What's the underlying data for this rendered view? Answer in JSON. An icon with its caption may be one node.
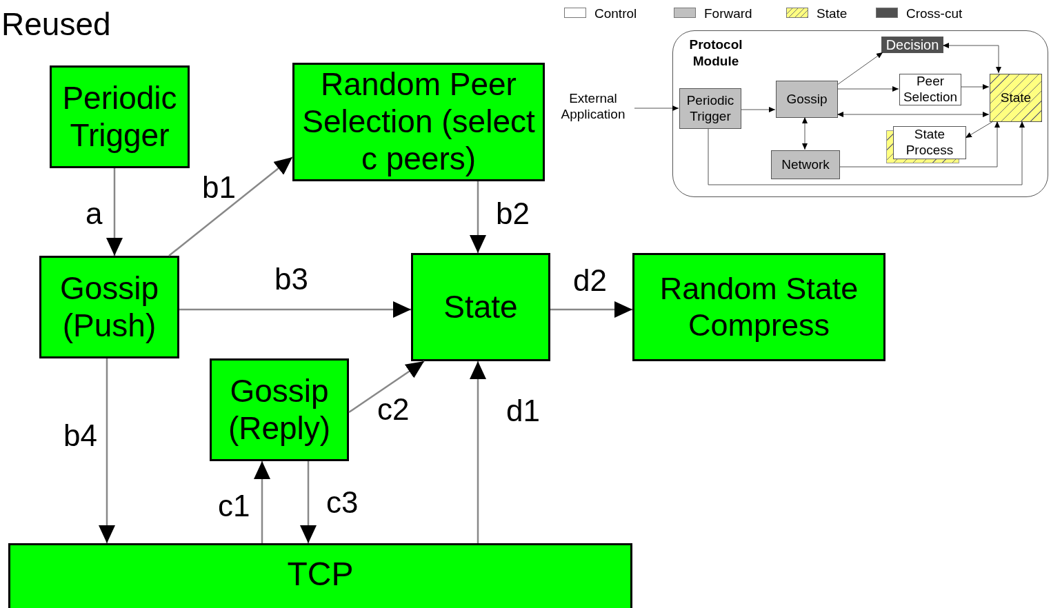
{
  "diagram": {
    "title": "Reused",
    "nodes": [
      {
        "text": [
          "Periodic Trigger"
        ]
      },
      {
        "text": [
          "Random Peer Selection (select c peers)"
        ]
      },
      {
        "text": [
          "Gossip (Push)"
        ]
      },
      {
        "text": [
          "State"
        ]
      },
      {
        "text": [
          "Random State Compress"
        ]
      },
      {
        "text": [
          "Gossip (Reply)"
        ]
      },
      {
        "text": [
          "TCP"
        ]
      },
      {
        "text": [
          "Protocol Module"
        ]
      },
      {
        "text": [
          "External Application"
        ]
      },
      {
        "text": [
          "Periodic Trigger"
        ],
        "in": 7
      },
      {
        "text": [
          "Gossip"
        ],
        "in": 7
      },
      {
        "text": [
          "Decision"
        ],
        "in": 7
      },
      {
        "text": [
          "Peer Selection"
        ],
        "in": 7
      },
      {
        "text": [
          "State"
        ],
        "in": 7
      },
      {
        "text": [
          "State Process"
        ],
        "in": 7
      },
      {
        "text": [
          "Network"
        ],
        "in": 7
      }
    ],
    "edges": [
      {
        "from": 0,
        "to": 2,
        "arrow": "to",
        "label": "a"
      },
      {
        "from": 2,
        "to": 1,
        "arrow": "to",
        "label": "b1"
      },
      {
        "from": 1,
        "to": 3,
        "arrow": "to",
        "label": "b2"
      },
      {
        "from": 2,
        "to": 3,
        "arrow": "to",
        "label": "b3"
      },
      {
        "from": 2,
        "to": 6,
        "arrow": "to",
        "label": "b4"
      },
      {
        "from": 6,
        "to": 5,
        "arrow": "to",
        "label": "c1"
      },
      {
        "from": 5,
        "to": 3,
        "arrow": "to",
        "label": "c2"
      },
      {
        "from": 5,
        "to": 6,
        "arrow": "to",
        "label": "c3"
      },
      {
        "from": 6,
        "to": 3,
        "arrow": "to",
        "label": "d1"
      },
      {
        "from": 3,
        "to": 4,
        "arrow": "to",
        "label": "d2"
      },
      {
        "from": 8,
        "to": 9,
        "arrow": "to"
      },
      {
        "from": 9,
        "to": 10,
        "arrow": "to"
      },
      {
        "from": 10,
        "to": 11,
        "arrow": "to"
      },
      {
        "from": 10,
        "to": 12,
        "arrow": "to"
      },
      {
        "from": 12,
        "to": 13,
        "arrow": "to"
      },
      {
        "from": 10,
        "to": 13,
        "arrow": "both"
      },
      {
        "from": 11,
        "to": 13,
        "arrow": "both"
      },
      {
        "from": 13,
        "to": 14,
        "arrow": "to"
      },
      {
        "from": 10,
        "to": 15,
        "arrow": "both"
      },
      {
        "from": 15,
        "to": 13,
        "arrow": "to"
      },
      {
        "from": 9,
        "to": 13,
        "arrow": "to"
      }
    ],
    "legend": [
      {
        "text": "Control",
        "color": "#ffffff"
      },
      {
        "text": "Forward",
        "color": "#c0c0c0"
      },
      {
        "text": "State",
        "color": "#ffff80"
      },
      {
        "text": "Cross-cut",
        "color": "#505050"
      }
    ]
  }
}
